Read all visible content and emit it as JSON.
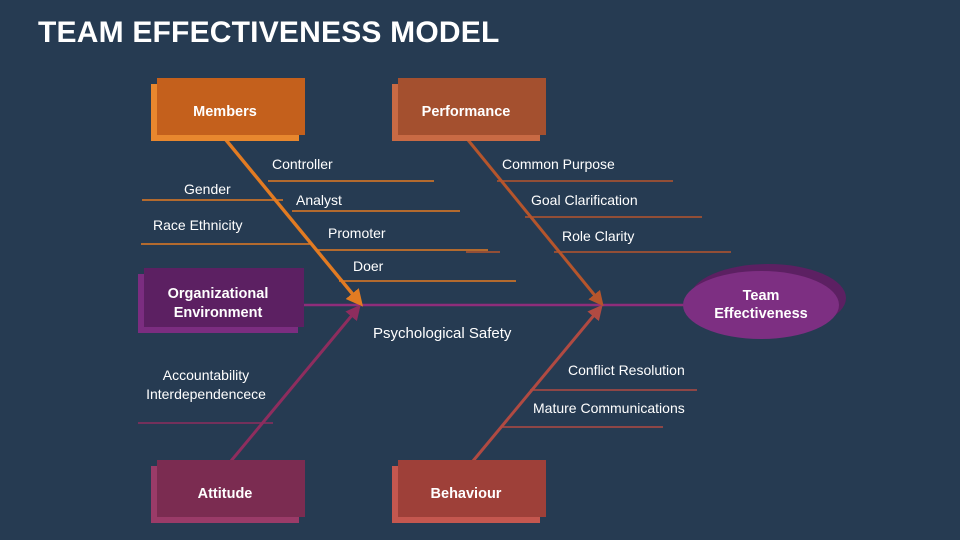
{
  "slide": {
    "title": "TEAM EFFECTIVENESS MODEL",
    "background_color": "#263b52"
  },
  "colors": {
    "background": "#263b52",
    "members_orange": "#e8872e",
    "members_orange_shadow": "#c4601c",
    "performance_terracotta": "#c96a44",
    "performance_shadow": "#a4502f",
    "attitude_magenta": "#9a3b68",
    "attitude_shadow": "#7b2c51",
    "behaviour_red": "#c4574f",
    "behaviour_shadow": "#9e4039",
    "org_purple": "#7b2d80",
    "org_purple_shadow": "#5c2062",
    "oval_purple": "#7d2f82",
    "oval_shadow": "#5c2062",
    "spine_purple": "#8e2d7a",
    "branch_orange": "#e27b22",
    "branch_terracotta": "#b5552c",
    "branch_magenta": "#8e2d5e",
    "branch_red": "#b04a42",
    "text_white": "#ffffff"
  },
  "boxes": {
    "members": {
      "label": "Members"
    },
    "performance": {
      "label": "Performance"
    },
    "organizational_environment": {
      "label": "Organizational\nEnvironment",
      "line1": "Organizational",
      "line2": "Environment"
    },
    "attitude": {
      "label": "Attitude"
    },
    "behaviour": {
      "label": "Behaviour"
    },
    "team_effectiveness": {
      "label": "Team Effectiveness",
      "line1": "Team",
      "line2": "Effectiveness"
    }
  },
  "spine": {
    "center_label": "Psychological Safety"
  },
  "branches": [
    {
      "name": "members",
      "box": "Members",
      "quadrant": "top-left",
      "color": "#e27b22",
      "causes": [
        "Controller",
        "Gender",
        "Analyst",
        "Race Ethnicity",
        "Promoter",
        "Doer"
      ]
    },
    {
      "name": "performance",
      "box": "Performance",
      "quadrant": "top-right",
      "color": "#b5552c",
      "causes": [
        "Common Purpose",
        "Goal Clarification",
        "Role Clarity"
      ]
    },
    {
      "name": "attitude",
      "box": "Attitude",
      "quadrant": "bottom-left",
      "color": "#8e2d5e",
      "causes": [
        "Accountability",
        "Interdependencece"
      ]
    },
    {
      "name": "behaviour",
      "box": "Behaviour",
      "quadrant": "bottom-right",
      "color": "#b04a42",
      "causes": [
        "Conflict Resolution",
        "Mature Communications"
      ]
    },
    {
      "name": "organizational_environment",
      "box": "Organizational Environment",
      "quadrant": "left-spine",
      "color": "#8e2d7a",
      "causes": []
    }
  ],
  "bone_labels": {
    "controller": "Controller",
    "gender": "Gender",
    "analyst": "Analyst",
    "race_ethnicity": "Race Ethnicity",
    "promoter": "Promoter",
    "doer": "Doer",
    "common_purpose": "Common Purpose",
    "goal_clarification": "Goal Clarification",
    "role_clarity": "Role Clarity",
    "accountability": "Accountability",
    "interdependencece": "Interdependencece",
    "conflict_resolution": "Conflict Resolution",
    "mature_communications": "Mature Communications"
  }
}
